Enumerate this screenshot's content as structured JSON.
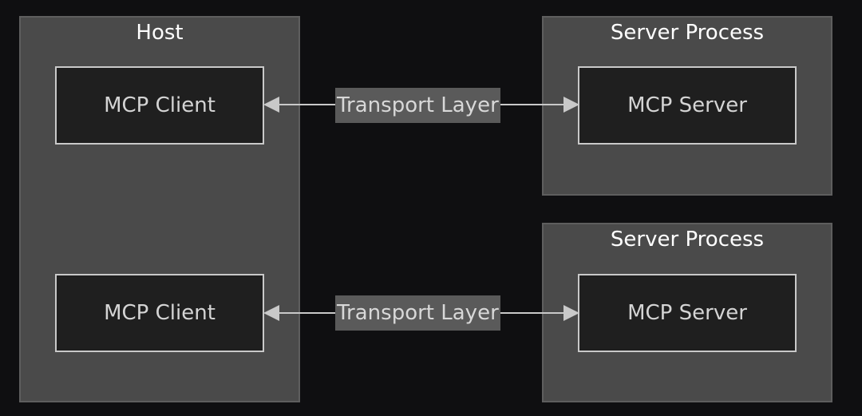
{
  "host": {
    "title": "Host"
  },
  "server_process_1": {
    "title": "Server Process"
  },
  "server_process_2": {
    "title": "Server Process"
  },
  "client_1": {
    "label": "MCP Client"
  },
  "client_2": {
    "label": "MCP Client"
  },
  "server_1": {
    "label": "MCP Server"
  },
  "server_2": {
    "label": "MCP Server"
  },
  "edges": [
    {
      "from": "MCP Client",
      "to": "MCP Server",
      "label": "Transport Layer",
      "bidirectional": true
    },
    {
      "from": "MCP Client",
      "to": "MCP Server",
      "label": "Transport Layer",
      "bidirectional": true
    }
  ],
  "colors": {
    "background": "#0f0f11",
    "group_fill": "#4a4a4a",
    "node_fill": "#1f1f1f",
    "node_border": "#c9c9c9",
    "edge": "#c9c9c9"
  }
}
